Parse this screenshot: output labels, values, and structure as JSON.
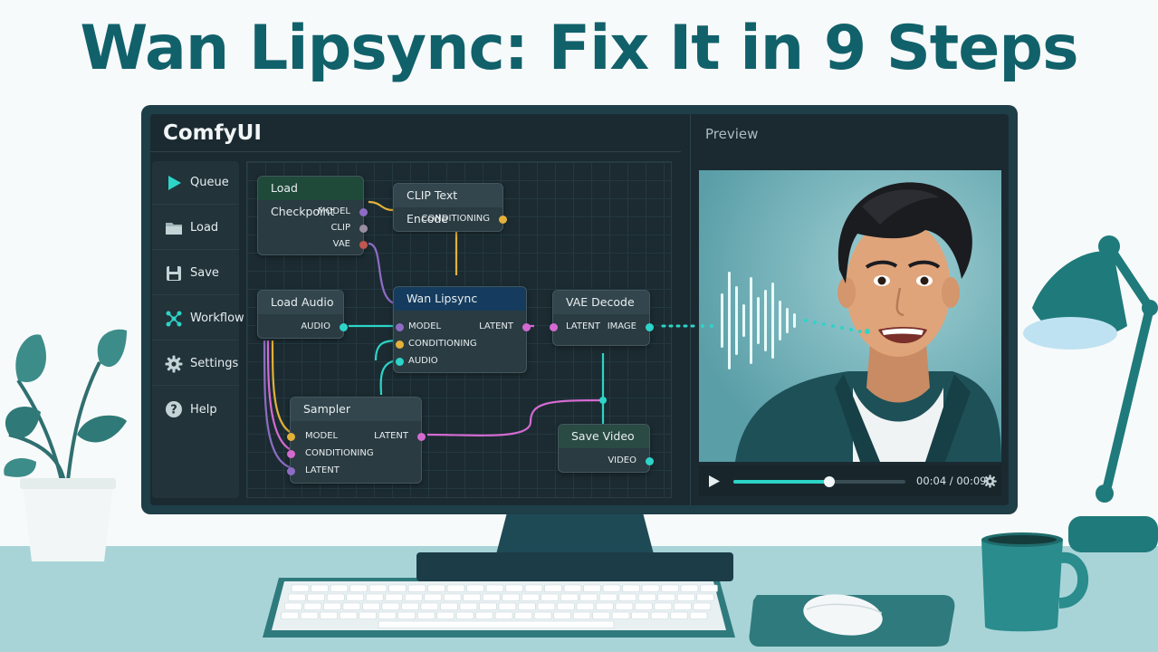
{
  "headline": "Wan Lipsync: Fix It in 9 Steps",
  "app": {
    "brand": "ComfyUI",
    "preview_title": "Preview"
  },
  "sidebar": {
    "items": [
      {
        "label": "Queue",
        "icon": "play-icon"
      },
      {
        "label": "Load",
        "icon": "folder-icon"
      },
      {
        "label": "Save",
        "icon": "floppy-icon"
      },
      {
        "label": "Workflow",
        "icon": "workflow-icon"
      },
      {
        "label": "Settings",
        "icon": "gear-icon"
      },
      {
        "label": "Help",
        "icon": "help-icon"
      }
    ]
  },
  "nodes": {
    "load_checkpoint": {
      "title": "Load Checkpoint",
      "outputs": [
        "MODEL",
        "CLIP",
        "VAE"
      ]
    },
    "clip_text_encode": {
      "title": "CLIP Text Encode",
      "outputs": [
        "CONDITIONING"
      ]
    },
    "load_audio": {
      "title": "Load Audio",
      "outputs": [
        "AUDIO"
      ]
    },
    "wan_lipsync": {
      "title": "Wan Lipsync",
      "inputs": [
        "MODEL",
        "CONDITIONING",
        "AUDIO"
      ],
      "outputs": [
        "LATENT"
      ]
    },
    "vae_decode": {
      "title": "VAE Decode",
      "inputs": [
        "LATENT"
      ],
      "outputs": [
        "IMAGE"
      ]
    },
    "sampler": {
      "title": "Sampler",
      "inputs": [
        "MODEL",
        "CONDITIONING",
        "LATENT"
      ],
      "outputs": [
        "LATENT"
      ]
    },
    "save_video": {
      "title": "Save Video",
      "outputs": [
        "VIDEO"
      ]
    }
  },
  "player": {
    "time": "00:04 / 00:09",
    "progress": 0.56
  },
  "colors": {
    "accent": "#11616b",
    "teal": "#2dd4c8",
    "model": "#8e6cc4",
    "clip": "#d4a52a",
    "vae": "#c0574f",
    "latent": "#d46ad1",
    "cond": "#e3b13a"
  }
}
